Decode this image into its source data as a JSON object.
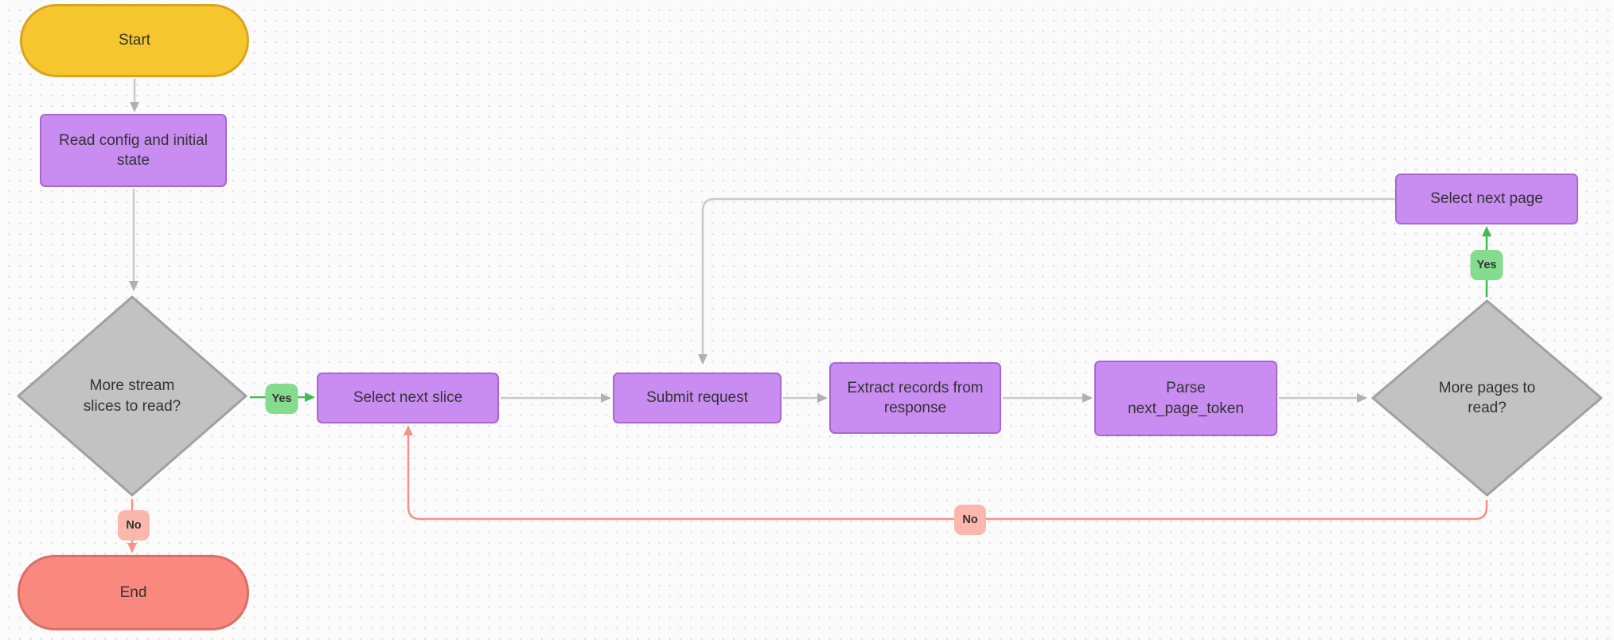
{
  "canvas": {
    "background_color": "#FBFBFB",
    "dot_grid_color": "#E1E1E1"
  },
  "nodes": {
    "start": {
      "label": "Start",
      "shape": "terminal",
      "fill": "#F6C62F",
      "border": "#D9A420"
    },
    "read_config": {
      "label": "Read config and initial\nstate",
      "shape": "process",
      "fill": "#C98DF2",
      "border": "#A667D2"
    },
    "more_slices": {
      "label": "More stream\nslices to read?",
      "shape": "decision",
      "fill": "#C2C2C2",
      "border": "#A0A0A0"
    },
    "select_next_slice": {
      "label": "Select next slice",
      "shape": "process",
      "fill": "#C98DF2",
      "border": "#A667D2"
    },
    "submit_request": {
      "label": "Submit request",
      "shape": "process",
      "fill": "#C98DF2",
      "border": "#A667D2"
    },
    "extract_records": {
      "label": "Extract records from\nresponse",
      "shape": "process",
      "fill": "#C98DF2",
      "border": "#A667D2"
    },
    "parse_token": {
      "label": "Parse\nnext_page_token",
      "shape": "process",
      "fill": "#C98DF2",
      "border": "#A667D2"
    },
    "more_pages": {
      "label": "More pages to\nread?",
      "shape": "decision",
      "fill": "#C2C2C2",
      "border": "#A0A0A0"
    },
    "select_next_page": {
      "label": "Select next page",
      "shape": "process",
      "fill": "#C98DF2",
      "border": "#A667D2"
    },
    "end": {
      "label": "End",
      "shape": "terminal",
      "fill": "#F9897F",
      "border": "#DB6F66"
    }
  },
  "edge_labels": {
    "yes_slices": {
      "label": "Yes",
      "fill": "#85DB8E",
      "line_color": "#3DBB54"
    },
    "no_slices": {
      "label": "No",
      "fill": "#FBB7AC",
      "line_color": "#F5928A"
    },
    "yes_pages": {
      "label": "Yes",
      "fill": "#85DB8E",
      "line_color": "#3DBB54"
    },
    "no_pages": {
      "label": "No",
      "fill": "#FBB7AC",
      "line_color": "#F5928A"
    }
  },
  "edge_colors": {
    "default": "#C9C9C9",
    "default_arrowhead": "#B0B0B0",
    "yes": "#3DBB54",
    "no": "#F5928A"
  }
}
